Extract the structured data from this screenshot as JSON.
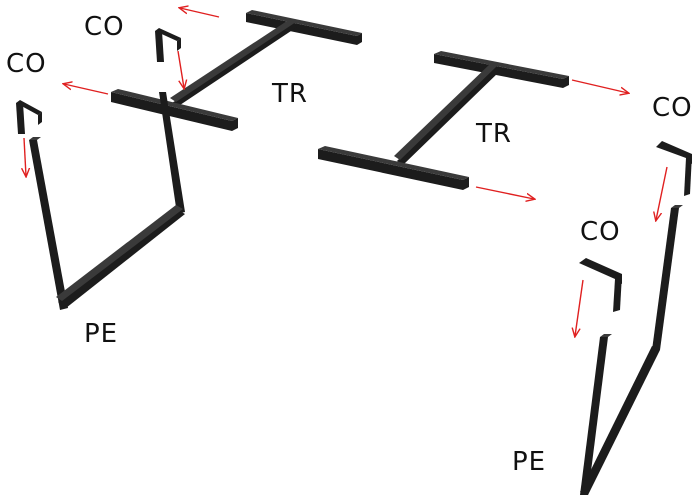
{
  "labels": {
    "corner_1": "CO",
    "corner_2": "CO",
    "corner_3": "CO",
    "corner_4": "CO",
    "crossbar_left": "TR",
    "crossbar_right": "TR",
    "leg_left": "PE",
    "leg_right": "PE"
  },
  "colors": {
    "bar": "#1c1c1c",
    "arrow": "#e02020",
    "background": "#ffffff"
  }
}
